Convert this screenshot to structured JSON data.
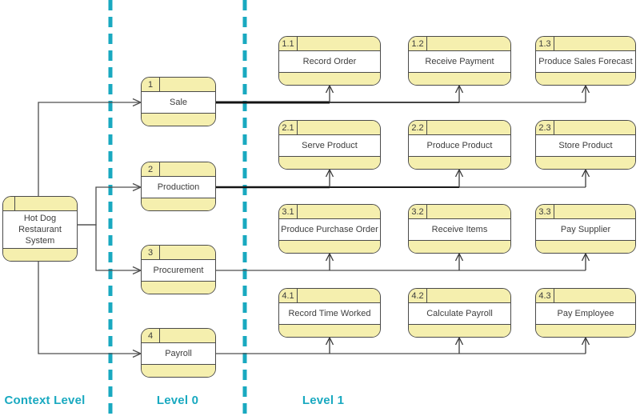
{
  "lanes": {
    "context_label": "Context Level",
    "level0_label": "Level 0",
    "level1_label": "Level 1"
  },
  "context": {
    "number": "",
    "label": "Hot Dog\nRestaurant System"
  },
  "level0": [
    {
      "number": "1",
      "label": "Sale"
    },
    {
      "number": "2",
      "label": "Production"
    },
    {
      "number": "3",
      "label": "Procurement"
    },
    {
      "number": "4",
      "label": "Payroll"
    }
  ],
  "level1": [
    [
      {
        "number": "1.1",
        "label": "Record Order"
      },
      {
        "number": "1.2",
        "label": "Receive Payment"
      },
      {
        "number": "1.3",
        "label": "Produce Sales Forecast"
      }
    ],
    [
      {
        "number": "2.1",
        "label": "Serve Product"
      },
      {
        "number": "2.2",
        "label": "Produce Product"
      },
      {
        "number": "2.3",
        "label": "Store Product"
      }
    ],
    [
      {
        "number": "3.1",
        "label": "Produce Purchase Order"
      },
      {
        "number": "3.2",
        "label": "Receive Items"
      },
      {
        "number": "3.3",
        "label": "Pay Supplier"
      }
    ],
    [
      {
        "number": "4.1",
        "label": "Record Time Worked"
      },
      {
        "number": "4.2",
        "label": "Calculate Payroll"
      },
      {
        "number": "4.3",
        "label": "Pay Employee"
      }
    ]
  ],
  "colors": {
    "process_fill": "#f5efae",
    "process_border": "#4b4b4b",
    "lane_divider": "#19a9c0",
    "connector": "#4d4d4d",
    "connector_bold": "#141414"
  }
}
